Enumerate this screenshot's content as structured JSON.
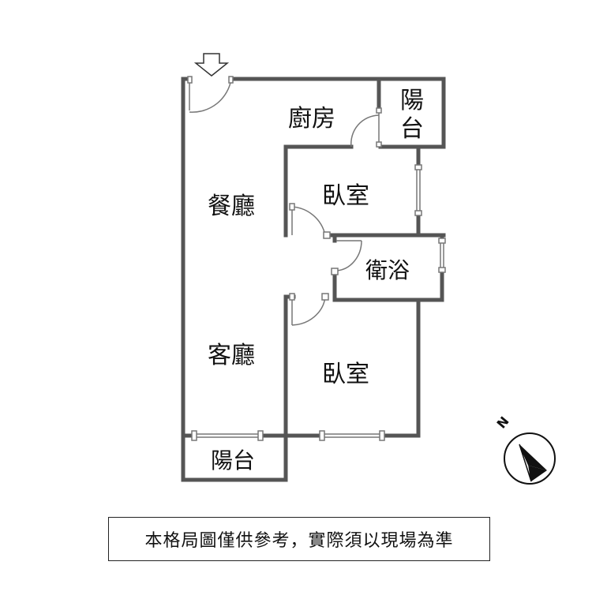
{
  "rooms": {
    "kitchen": "廚房",
    "balcony_top": [
      "陽",
      "台"
    ],
    "dining": "餐廳",
    "bedroom_upper": "臥室",
    "bathroom": "衛浴",
    "living": "客廳",
    "bedroom_lower": "臥室",
    "balcony_bottom": "陽台"
  },
  "compass": {
    "north_letter": "N"
  },
  "disclaimer": "本格局圖僅供參考，實際須以現場為準",
  "colors": {
    "wall": "#555555",
    "door_line": "#777777"
  }
}
